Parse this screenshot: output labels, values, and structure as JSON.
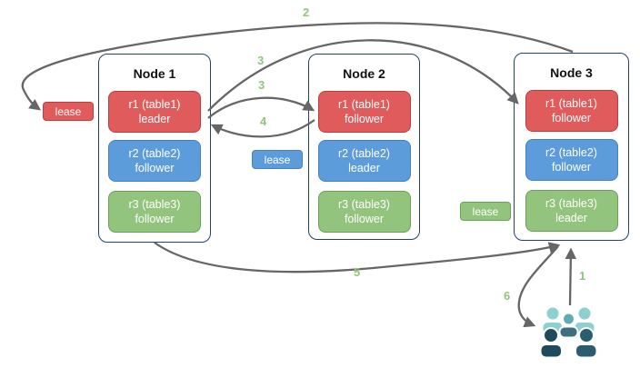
{
  "diagram": {
    "nodes": [
      {
        "title": "Node 1",
        "replicas": [
          {
            "name": "r1 (table1)",
            "role": "leader",
            "color": "red"
          },
          {
            "name": "r2 (table2)",
            "role": "follower",
            "color": "blue"
          },
          {
            "name": "r3 (table3)",
            "role": "follower",
            "color": "green"
          }
        ]
      },
      {
        "title": "Node 2",
        "replicas": [
          {
            "name": "r1 (table1)",
            "role": "follower",
            "color": "red"
          },
          {
            "name": "r2 (table2)",
            "role": "leader",
            "color": "blue"
          },
          {
            "name": "r3 (table3)",
            "role": "follower",
            "color": "green"
          }
        ]
      },
      {
        "title": "Node 3",
        "replicas": [
          {
            "name": "r1 (table1)",
            "role": "follower",
            "color": "red"
          },
          {
            "name": "r2 (table2)",
            "role": "follower",
            "color": "blue"
          },
          {
            "name": "r3 (table3)",
            "role": "leader",
            "color": "green"
          }
        ]
      }
    ],
    "leases": [
      {
        "label": "lease",
        "color": "red"
      },
      {
        "label": "lease",
        "color": "blue"
      },
      {
        "label": "lease",
        "color": "green"
      }
    ],
    "steps": [
      {
        "label": "1"
      },
      {
        "label": "2"
      },
      {
        "label": "3"
      },
      {
        "label": "3"
      },
      {
        "label": "4"
      },
      {
        "label": "5"
      },
      {
        "label": "6"
      }
    ],
    "icons": {
      "users": "users-icon"
    },
    "colors": {
      "red_fill": "#e05c5c",
      "red_border": "#bd3d3d",
      "blue_fill": "#5d9cdb",
      "blue_border": "#4381c4",
      "green_fill": "#93c47d",
      "green_border": "#69a356",
      "node_border": "#24426b",
      "arrow": "#666666",
      "step_number": "#93c47d",
      "users_light": "#8ecfcf",
      "users_mid_head": "#5fadb3",
      "users_mid_body": "#3e6f80",
      "users_dark_left": "#1f4a5c",
      "users_dark_right": "#2b5d70"
    }
  }
}
